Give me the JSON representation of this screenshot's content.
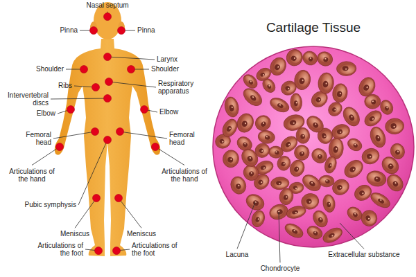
{
  "diagram": {
    "title": "Cartilage Tissue",
    "labels": [
      "Nasal septum",
      "Pinna",
      "Pinna",
      "Larynx",
      "Shoulder",
      "Shoulder",
      "Ribs",
      "Respiratory apparatus",
      "Intervertebral discs",
      "Elbow",
      "Elbow",
      "Femoral head",
      "Femoral head",
      "Articulations of the hand",
      "Articulations of the hand",
      "Pubic symphysis",
      "Meniscus",
      "Meniscus",
      "Articulations of the foot",
      "Articulations of the foot",
      "Lacuna",
      "Chondrocyte",
      "Extracellular substance"
    ]
  }
}
